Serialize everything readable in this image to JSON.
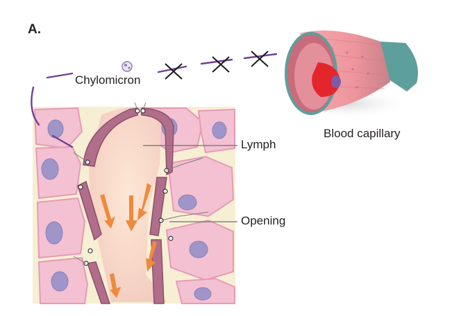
{
  "panel_label": "A.",
  "labels": {
    "chylomicron": "Chylomicron",
    "lymph": "Lymph",
    "opening": "Opening",
    "blood_capillary": "Blood capillary"
  },
  "colors": {
    "tissue_background": "#f7efd3",
    "cell_fill": "#f3c1d2",
    "cell_border": "#e79ab5",
    "nucleus": "#9f95c8",
    "lymph_wall": "#b06e8b",
    "lymph_lumen": "#f7dccb",
    "flow_arrow": "#ee8a3c",
    "chylomicron_path": "#6f3f96",
    "blood_capillary_wall": "#ee9ba3",
    "capillary_outer_band": "#5d9f9c",
    "red_blood_cell": "#e3262c"
  },
  "blocked_marks": 3,
  "flow_arrows": 5
}
